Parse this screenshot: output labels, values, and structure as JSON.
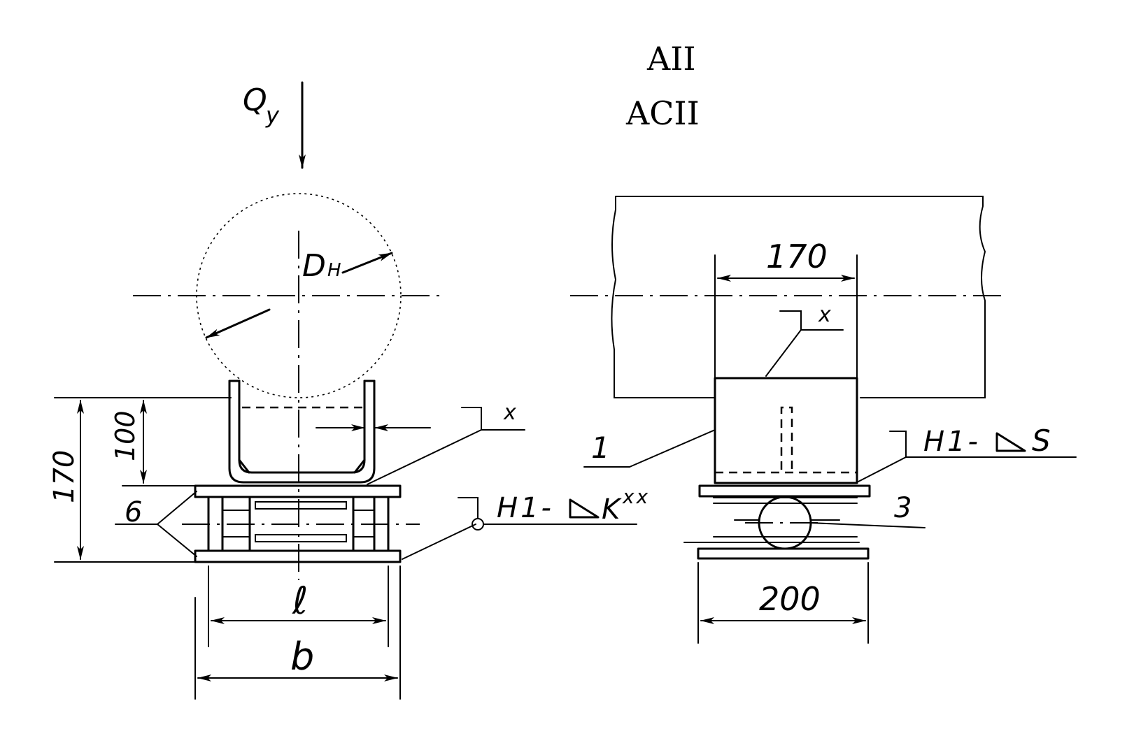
{
  "header": {
    "line1": "AII",
    "line2": "ACII"
  },
  "left_view": {
    "load_label": "Q",
    "load_sub": "y",
    "pipe_diameter_label": "D",
    "pipe_diameter_sub": "H",
    "dim_total_height": "170",
    "dim_channel_height": "100",
    "dim_inner_width": "ℓ",
    "dim_outer_width": "b",
    "part_6": "6",
    "weld_x": "x",
    "weld_symbol": "H1-",
    "weld_leg": "K",
    "weld_sup": "xx"
  },
  "right_view": {
    "dim_top_width": "170",
    "dim_base_width": "200",
    "part_1": "1",
    "part_3": "3",
    "weld_x": "x",
    "weld_symbol": "H1-",
    "weld_leg": "S"
  }
}
